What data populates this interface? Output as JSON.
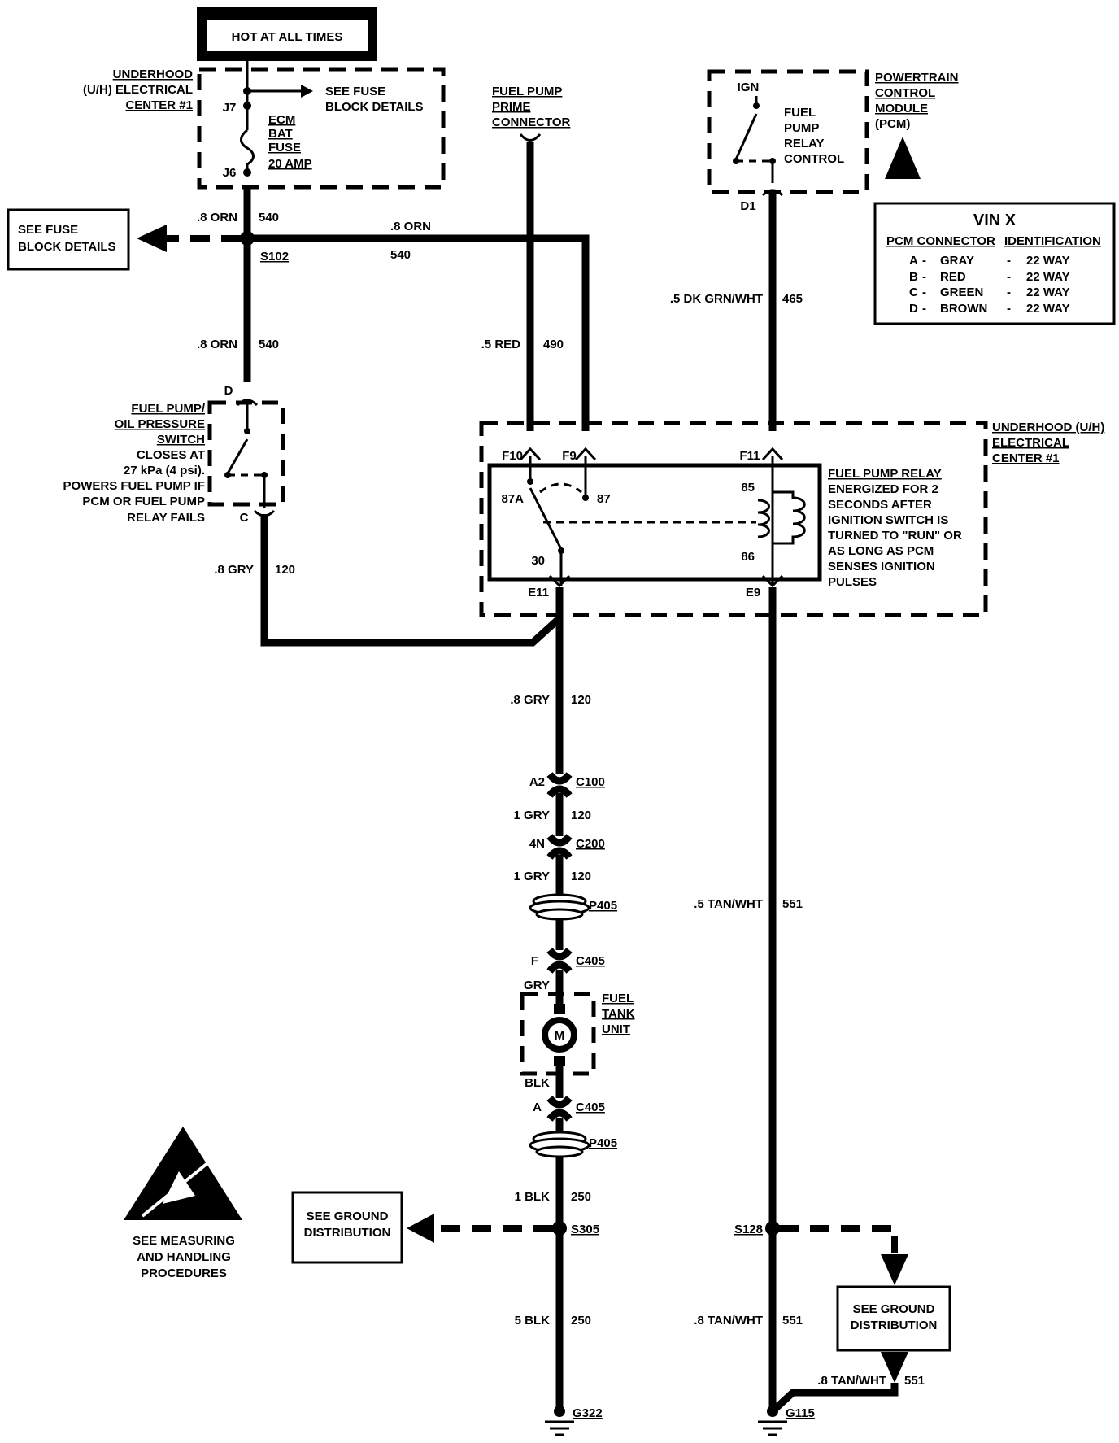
{
  "hot_at_all_times": "HOT AT ALL TIMES",
  "uh_center_top": [
    "UNDERHOOD",
    "(U/H) ELECTRICAL",
    "CENTER #1"
  ],
  "see_fuse_block_details_top": [
    "SEE FUSE",
    "BLOCK DETAILS"
  ],
  "see_fuse_block_details_left": [
    "SEE FUSE",
    "BLOCK DETAILS"
  ],
  "j7": "J7",
  "j6": "J6",
  "fuse_label": [
    "ECM",
    "BAT",
    "FUSE",
    "20 AMP"
  ],
  "splice_s102": "S102",
  "wire_540_a": {
    "size": ".8 ORN",
    "circuit": "540"
  },
  "wire_540_b": {
    "size": ".8 ORN",
    "circuit": "540"
  },
  "wire_540_c": {
    "size": ".8 ORN",
    "circuit": "540"
  },
  "fuel_pump_prime_connector": [
    "FUEL PUMP",
    "PRIME",
    "CONNECTOR"
  ],
  "wire_490": {
    "size": ".5 RED",
    "circuit": "490"
  },
  "pcm_label": [
    "POWERTRAIN",
    "CONTROL",
    "MODULE",
    "(PCM)"
  ],
  "pcm_ign": "IGN",
  "pcm_relay_control": [
    "FUEL",
    "PUMP",
    "RELAY",
    "CONTROL"
  ],
  "pcm_d1": "D1",
  "wire_465": {
    "size": ".5 DK GRN/WHT",
    "circuit": "465"
  },
  "vin_table": {
    "title": "VIN X",
    "header_left": "PCM CONNECTOR",
    "header_right": "IDENTIFICATION",
    "rows": [
      {
        "id": "A",
        "sep": "-",
        "color": "GRAY",
        "dash": "-",
        "ways": "22 WAY"
      },
      {
        "id": "B",
        "sep": "-",
        "color": "RED",
        "dash": "-",
        "ways": "22 WAY"
      },
      {
        "id": "C",
        "sep": "-",
        "color": "GREEN",
        "dash": "-",
        "ways": "22 WAY"
      },
      {
        "id": "D",
        "sep": "-",
        "color": "BROWN",
        "dash": "-",
        "ways": "22 WAY"
      }
    ]
  },
  "oil_switch_label": [
    "FUEL PUMP/",
    "OIL PRESSURE",
    "SWITCH",
    "CLOSES AT",
    "27 kPa (4 psi).",
    "POWERS FUEL PUMP IF",
    "PCM OR FUEL PUMP",
    "RELAY FAILS"
  ],
  "oil_switch_d": "D",
  "oil_switch_c": "C",
  "wire_120_a": {
    "size": ".8 GRY",
    "circuit": "120"
  },
  "uh_center_relay": [
    "UNDERHOOD (U/H)",
    "ELECTRICAL",
    "CENTER #1"
  ],
  "relay_pins": {
    "f10": "F10",
    "f9": "F9",
    "f11": "F11",
    "p87a": "87A",
    "p87": "87",
    "p85": "85",
    "p30": "30",
    "p86": "86",
    "e11": "E11",
    "e9": "E9"
  },
  "relay_description": [
    "FUEL PUMP RELAY",
    "ENERGIZED FOR 2",
    "SECONDS AFTER",
    "IGNITION SWITCH IS",
    "TURNED TO \"RUN\" OR",
    "AS LONG AS PCM",
    "SENSES IGNITION",
    "PULSES"
  ],
  "wire_120_b": {
    "size": ".8 GRY",
    "circuit": "120"
  },
  "c100": {
    "pin": "A2",
    "name": "C100"
  },
  "wire_120_c": {
    "size": "1 GRY",
    "circuit": "120"
  },
  "c200": {
    "pin": "4N",
    "name": "C200"
  },
  "wire_120_d": {
    "size": "1 GRY",
    "circuit": "120"
  },
  "p405_a": "P405",
  "c405_a": {
    "pin": "F",
    "name": "C405"
  },
  "gry": "GRY",
  "motor": "M",
  "fuel_tank_unit": [
    "FUEL",
    "TANK",
    "UNIT"
  ],
  "blk": "BLK",
  "c405_b": {
    "pin": "A",
    "name": "C405"
  },
  "p405_b": "P405",
  "wire_250_a": {
    "size": "1 BLK",
    "circuit": "250"
  },
  "see_ground_left": [
    "SEE GROUND",
    "DISTRIBUTION"
  ],
  "splice_s305": "S305",
  "wire_250_b": {
    "size": "5 BLK",
    "circuit": "250"
  },
  "ground_g322": "G322",
  "esd_note": [
    "SEE MEASURING",
    "AND HANDLING",
    "PROCEDURES"
  ],
  "wire_551_a": {
    "size": ".5 TAN/WHT",
    "circuit": "551"
  },
  "splice_s128": "S128",
  "see_ground_right": [
    "SEE GROUND",
    "DISTRIBUTION"
  ],
  "wire_551_b": {
    "size": ".8 TAN/WHT",
    "circuit": "551"
  },
  "wire_551_c": {
    "size": ".8 TAN/WHT",
    "circuit": "551"
  },
  "ground_g115": "G115"
}
